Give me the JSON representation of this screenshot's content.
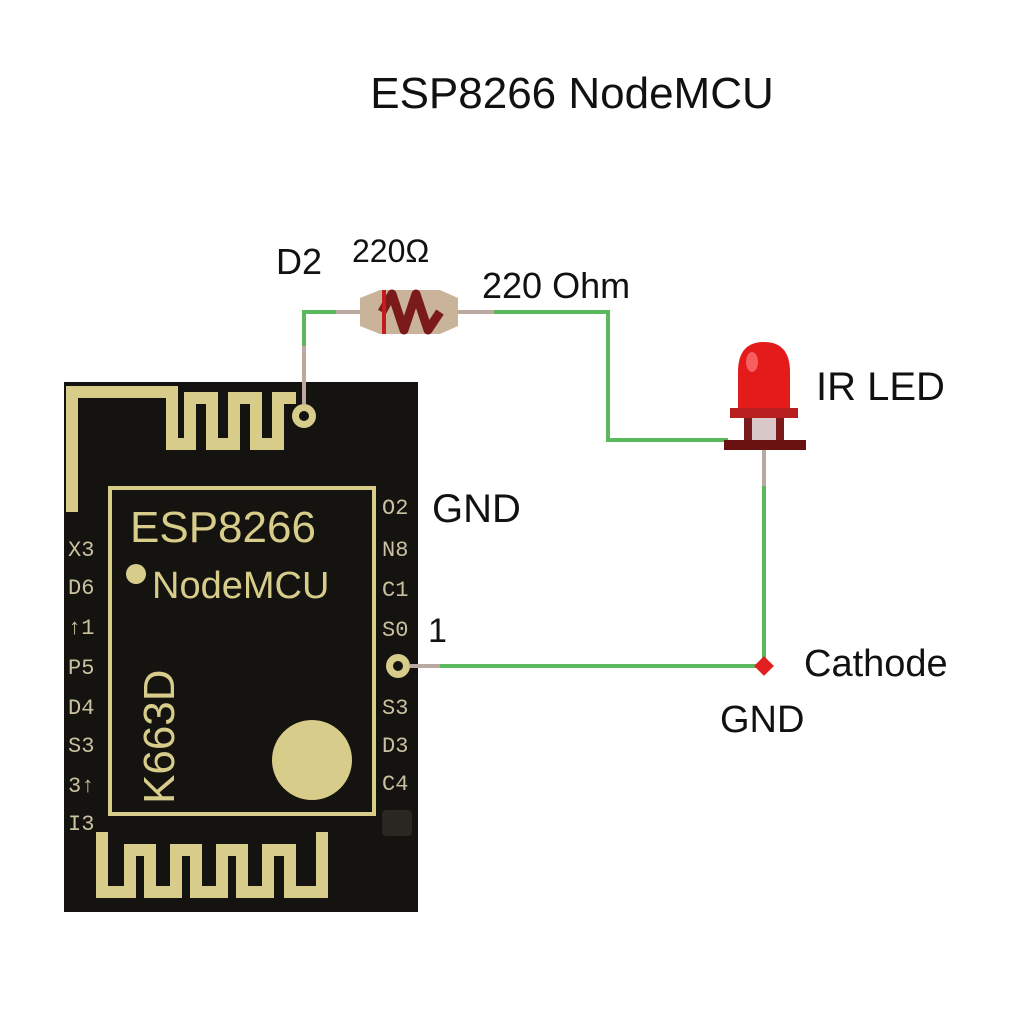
{
  "title": "ESP8266 NodeMCU",
  "colors": {
    "background": "#ffffff",
    "board": "#15130f",
    "trace_gold": "#d8cc8a",
    "wire": "#5cb85c",
    "lead": "#b9a9a0",
    "led_red": "#e31b1b",
    "led_dark": "#7a1a1a",
    "node_red": "#e02020",
    "resistor_body": "#c9b49a",
    "resistor_zigzag": "#7a1a1a"
  },
  "board": {
    "chip_label_1": "ESP8266",
    "chip_label_2": "NodeMCU",
    "vertical_label": "K663D",
    "left_pins": [
      "X3",
      "D6",
      "↑1",
      "P5",
      "D4",
      "S3",
      "3↑",
      "I3"
    ],
    "right_pins": [
      "O2",
      "N8",
      "C1",
      "S0",
      "",
      "S3",
      "D3",
      "C4",
      ""
    ]
  },
  "labels": {
    "d2": "D2",
    "resistance_symbol": "220Ω",
    "resistor_value": "220 Ohm",
    "ir_led": "IR LED",
    "gnd_top": "GND",
    "pin_one": "1",
    "cathode": "Cathode",
    "gnd_bottom": "GND"
  },
  "icons": {
    "antenna": "antenna-trace-icon",
    "resistor": "resistor-icon",
    "led": "led-icon",
    "node": "junction-node-icon"
  }
}
